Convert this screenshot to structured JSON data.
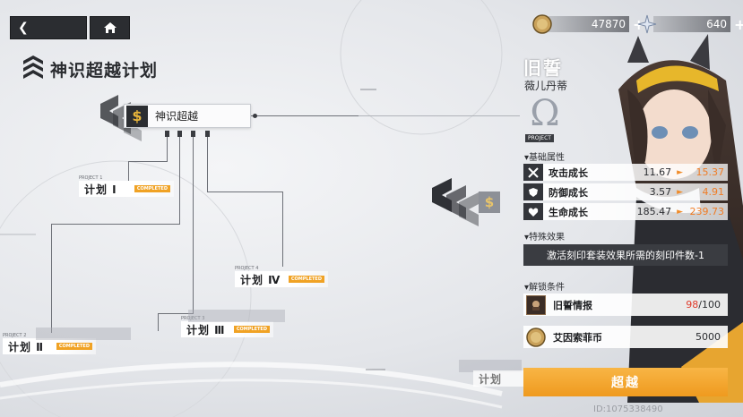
{
  "header": {
    "title": "神识超越计划"
  },
  "currency": {
    "coins": "47870",
    "crystals": "640",
    "plus": "+"
  },
  "tree": {
    "root_label": "神识超越",
    "plans": [
      {
        "tag": "PROJECT 1",
        "label": "计划 Ⅰ",
        "status": "COMPLETED"
      },
      {
        "tag": "PROJECT 2",
        "label": "计划 Ⅱ",
        "status": "COMPLETED"
      },
      {
        "tag": "PROJECT 3",
        "label": "计划 Ⅲ",
        "status": "COMPLETED"
      },
      {
        "tag": "PROJECT 4",
        "label": "计划 Ⅳ",
        "status": "COMPLETED"
      },
      {
        "label": "计划"
      }
    ]
  },
  "panel": {
    "name": "旧誓",
    "subtitle": "薇儿丹蒂",
    "symbol": "Ω",
    "project_badge": "PROJECT",
    "section_stats": "▾基础属性",
    "stats": [
      {
        "label": "攻击成长",
        "old": "11.67",
        "arrow": "►",
        "new": "15.37"
      },
      {
        "label": "防御成长",
        "old": "3.57",
        "arrow": "►",
        "new": "4.91"
      },
      {
        "label": "生命成长",
        "old": "185.47",
        "arrow": "►",
        "new": "239.73"
      }
    ],
    "section_effect": "▾特殊效果",
    "effect": "激活刻印套装效果所需的刻印件数-1",
    "section_unlock": "▾解锁条件",
    "unlock": [
      {
        "label": "旧誓情报",
        "have": "98",
        "need": "/100"
      },
      {
        "label": "艾因索菲币",
        "value": "5000"
      }
    ],
    "action_label": "超越",
    "id_text": "ID:1075338490"
  },
  "colors": {
    "accent": "#f0a224",
    "dark": "#2b2d31",
    "highlight": "#f07c25"
  }
}
